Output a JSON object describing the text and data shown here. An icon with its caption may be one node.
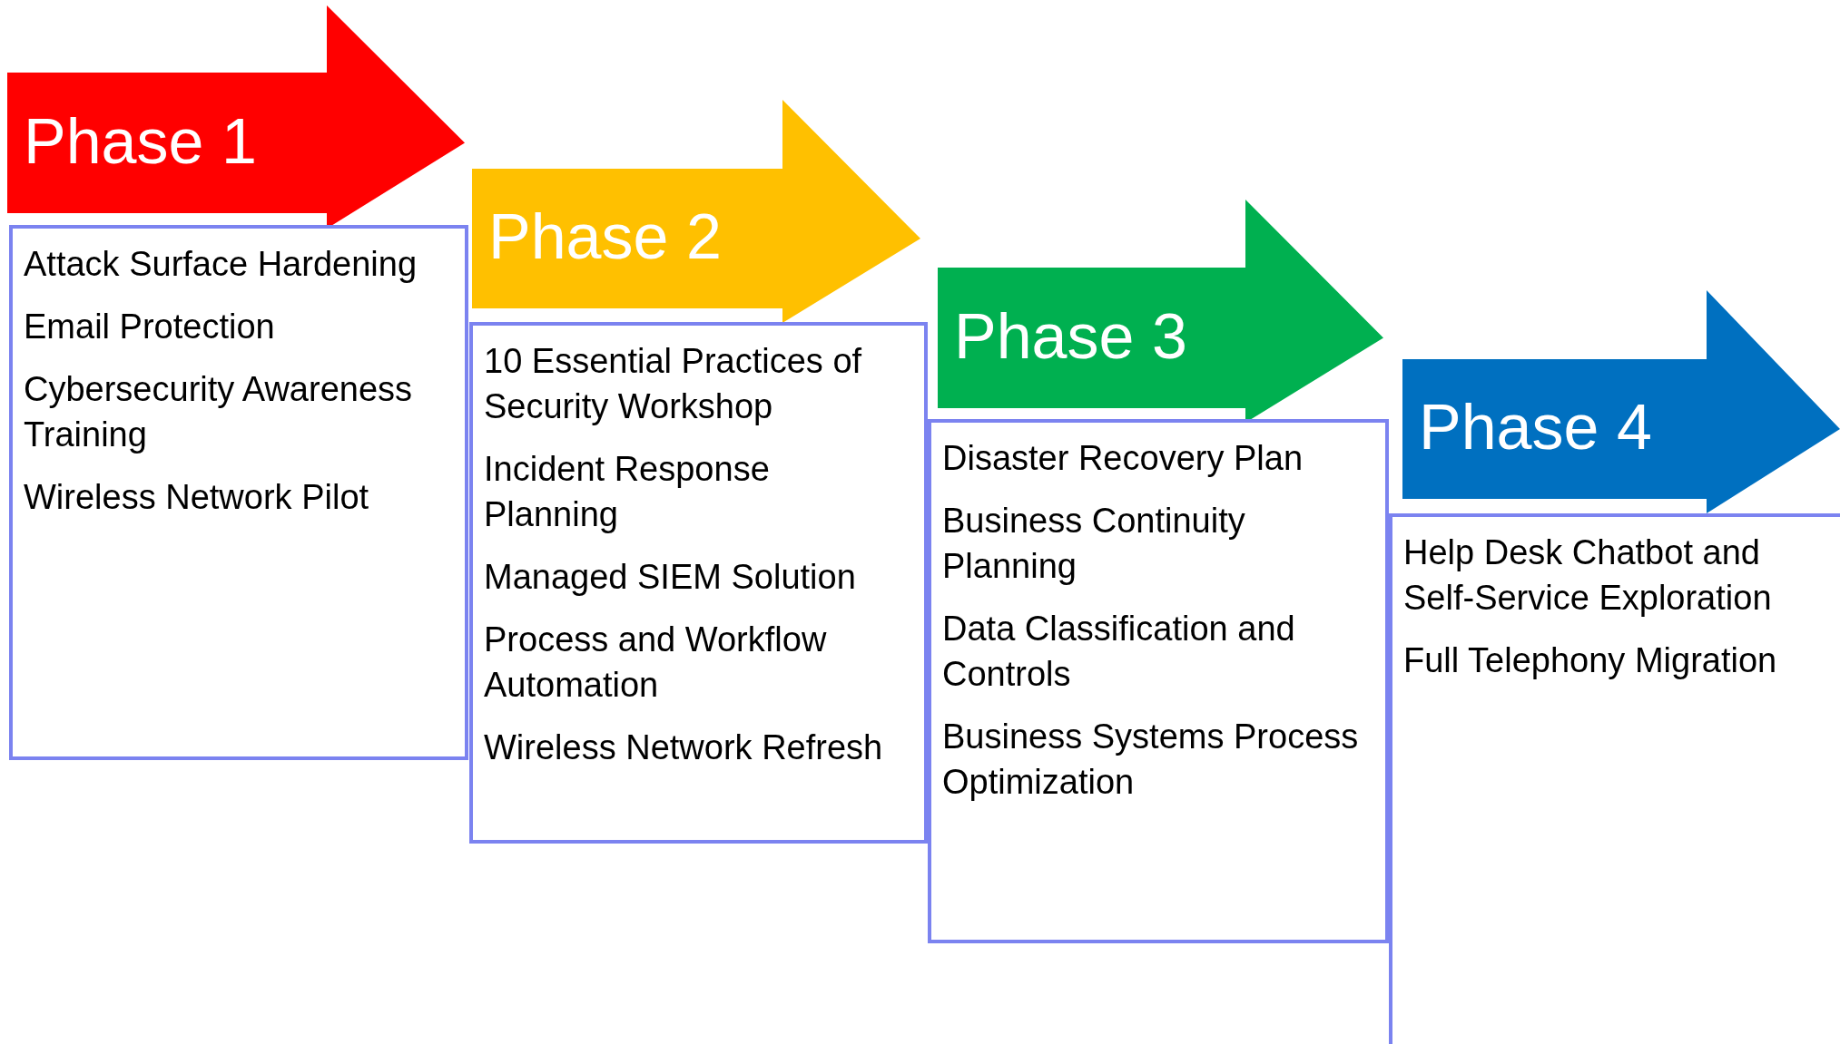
{
  "diagram": {
    "nodes": [
      {
        "text": [
          "Phase 1"
        ]
      },
      {
        "text": [
          "Attack Surface Hardening",
          "Email Protection",
          "Cybersecurity Awareness Training",
          "Wireless Network Pilot"
        ]
      },
      {
        "text": [
          "Phase 2"
        ]
      },
      {
        "text": [
          "10 Essential Practices of Security Workshop",
          "Incident Response Planning",
          "Managed SIEM Solution",
          "Process and Workflow Automation",
          "Wireless Network Refresh"
        ]
      },
      {
        "text": [
          "Phase 3"
        ]
      },
      {
        "text": [
          "Disaster Recovery Plan",
          "Business Continuity Planning",
          "Data Classification and Controls",
          "Business Systems Process Optimization"
        ]
      },
      {
        "text": [
          "Phase 4"
        ]
      },
      {
        "text": [
          "Help Desk Chatbot and Self-Service Exploration",
          "Full Telephony Migration"
        ]
      }
    ]
  }
}
